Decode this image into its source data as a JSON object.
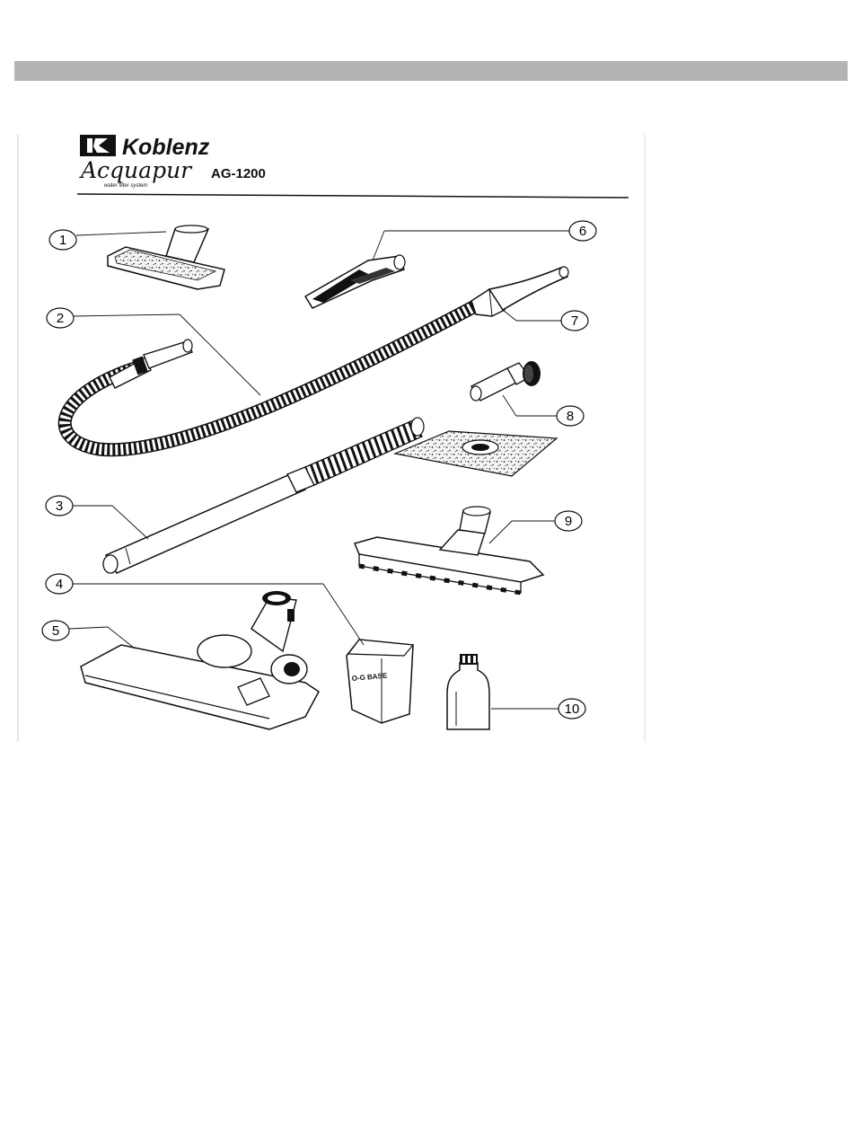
{
  "brand": {
    "name": "Koblenz",
    "product": "Acquapur",
    "tagline": "water filter system",
    "model": "AG-1200"
  },
  "callouts": [
    "1",
    "2",
    "3",
    "4",
    "5",
    "6",
    "7",
    "8",
    "9",
    "10"
  ],
  "cup_text": "O-G BASE",
  "colors": {
    "ink": "#111111",
    "bar": "#b4b4b4",
    "paper": "#ffffff"
  }
}
